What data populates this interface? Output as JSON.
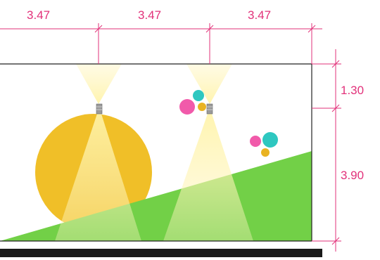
{
  "dimensions": {
    "horizontal": [
      "3.47",
      "3.47",
      "3.47"
    ],
    "vertical": [
      "1.30",
      "3.90"
    ]
  },
  "colors": {
    "dimension_line": "#e2317a",
    "sun": "#f0bf28",
    "ground": "#72d047",
    "light_beam": "#fff7b0",
    "dot_pink": "#f15aaa",
    "dot_teal": "#2ec7c0",
    "dot_yellow": "#e9b322",
    "floor_bar": "#1a1a1a",
    "frame": "#222222"
  },
  "icons": [
    "spotlight-fixture-icon",
    "sun-icon",
    "decorative-dots-icon"
  ]
}
